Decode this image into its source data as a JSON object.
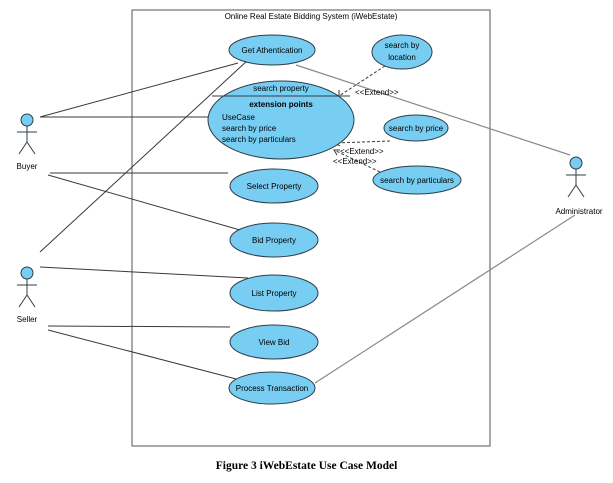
{
  "diagram": {
    "system_title": "Online Real Estate Bidding System (iWebEstate)",
    "actors": {
      "buyer": "Buyer",
      "seller": "Seller",
      "administrator": "Administrator"
    },
    "use_cases": {
      "get_authentication": "Get Athentication",
      "search_property": "search property",
      "extension_points_heading": "extension points",
      "extension_points": [
        "UseCase",
        "search by price",
        "search by particulars"
      ],
      "search_by_location": [
        "search by",
        "location"
      ],
      "search_by_price": "search by price",
      "search_by_particulars": "search by particulars",
      "select_property": "Select Property",
      "bid_property": "Bid Property",
      "list_property": "List Property",
      "view_bid": "View Bid",
      "process_transaction": "Process Transaction"
    },
    "relationship_labels": {
      "extend_location": "<<Extend>>",
      "extend_price": "<<Extend>>",
      "extend_particulars": "<<Extend>>"
    }
  },
  "caption": "Figure 3 iWebEstate Use Case Model",
  "colors": {
    "use_case_fill": "#78cdf2",
    "outline": "#2f3d48"
  }
}
